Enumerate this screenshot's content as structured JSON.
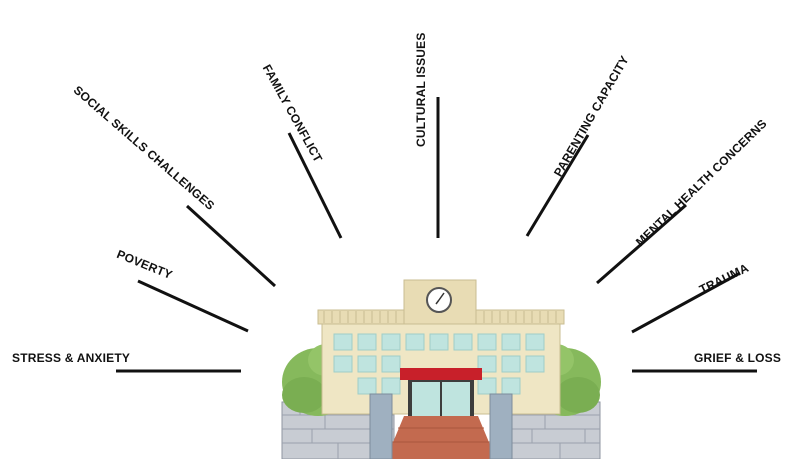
{
  "diagram": {
    "center": "school-building",
    "issues": [
      "STRESS & ANXIETY",
      "POVERTY",
      "SOCIAL SKILLS CHALLENGES",
      "FAMILY CONFLICT",
      "CULTURAL ISSUES",
      "PARENTING CAPACITY",
      "MENTAL HEALTH CONCERNS",
      "TRAUMA",
      "GRIEF & LOSS"
    ]
  },
  "colors": {
    "line": "#111111",
    "roof": "#e8dcb4",
    "wall": "#efe6c4",
    "window": "#bfe4df",
    "tree": "#86b95c",
    "brick": "#c8ccd3",
    "awning": "#c8202a",
    "steps": "#c36a4f"
  }
}
